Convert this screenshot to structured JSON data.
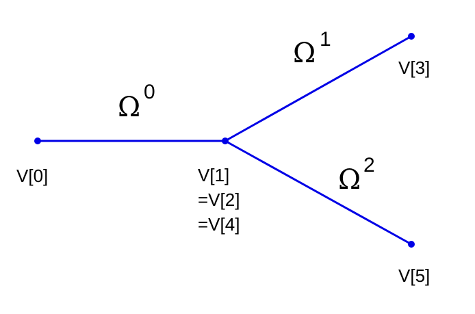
{
  "colors": {
    "edge": "#0000e6",
    "text": "#000000"
  },
  "edges": [
    {
      "name": "edge-omega-0",
      "symbol": "Ω",
      "index": "0"
    },
    {
      "name": "edge-omega-1",
      "symbol": "Ω",
      "index": "1"
    },
    {
      "name": "edge-omega-2",
      "symbol": "Ω",
      "index": "2"
    }
  ],
  "vertices": {
    "v0": [
      "V[0]"
    ],
    "v1": [
      "V[1]",
      "=V[2]",
      "=V[4]"
    ],
    "v3": [
      "V[3]"
    ],
    "v5": [
      "V[5]"
    ]
  }
}
